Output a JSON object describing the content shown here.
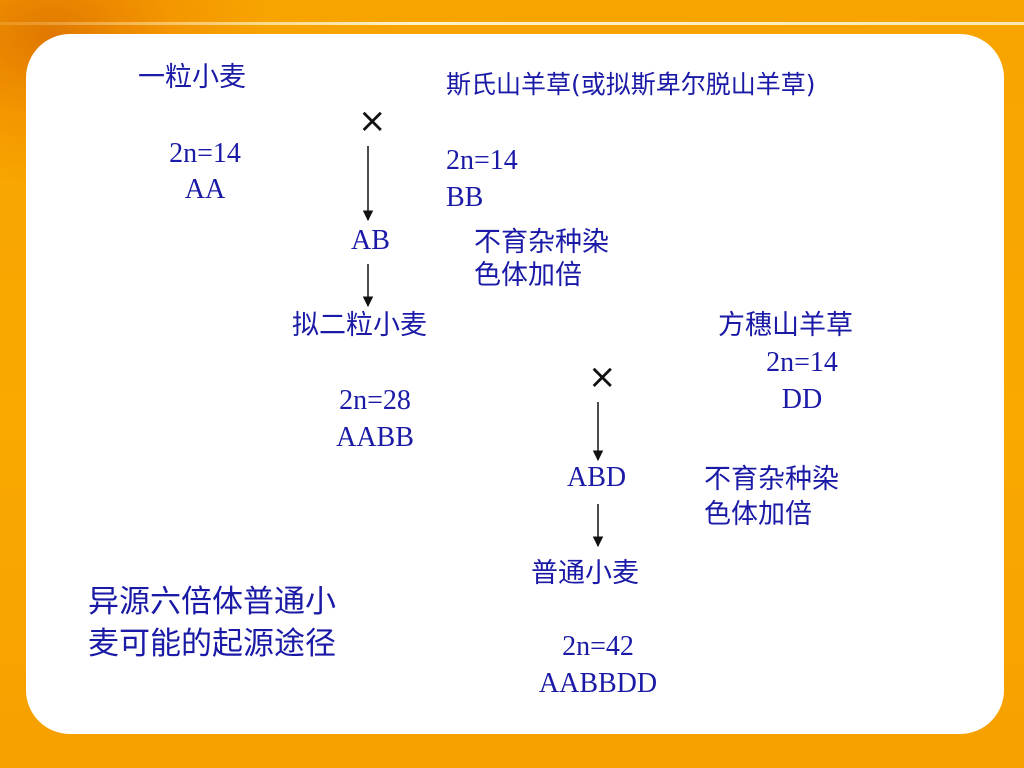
{
  "parent_a": {
    "name": "一粒小麦",
    "chromosome": "2n=14",
    "genome": "AA"
  },
  "parent_b": {
    "name": "斯氏山羊草(或拟斯卑尔脱山羊草)",
    "chromosome": "2n=14",
    "genome": "BB"
  },
  "cross_symbol": "×",
  "hybrid_1": {
    "genome": "AB",
    "note_line1": "不育杂种染",
    "note_line2": "色体加倍"
  },
  "tetraploid": {
    "name": "拟二粒小麦",
    "chromosome": "2n=28",
    "genome": "AABB"
  },
  "parent_d": {
    "name": "方穗山羊草",
    "chromosome": "2n=14",
    "genome": "DD"
  },
  "hybrid_2": {
    "genome": "ABD",
    "note_line1": "不育杂种染",
    "note_line2": "色体加倍"
  },
  "hexaploid": {
    "name": "普通小麦",
    "chromosome": "2n=42",
    "genome": "AABBDD"
  },
  "caption": {
    "line1": "异源六倍体普通小",
    "line2": "麦可能的起源途径"
  }
}
